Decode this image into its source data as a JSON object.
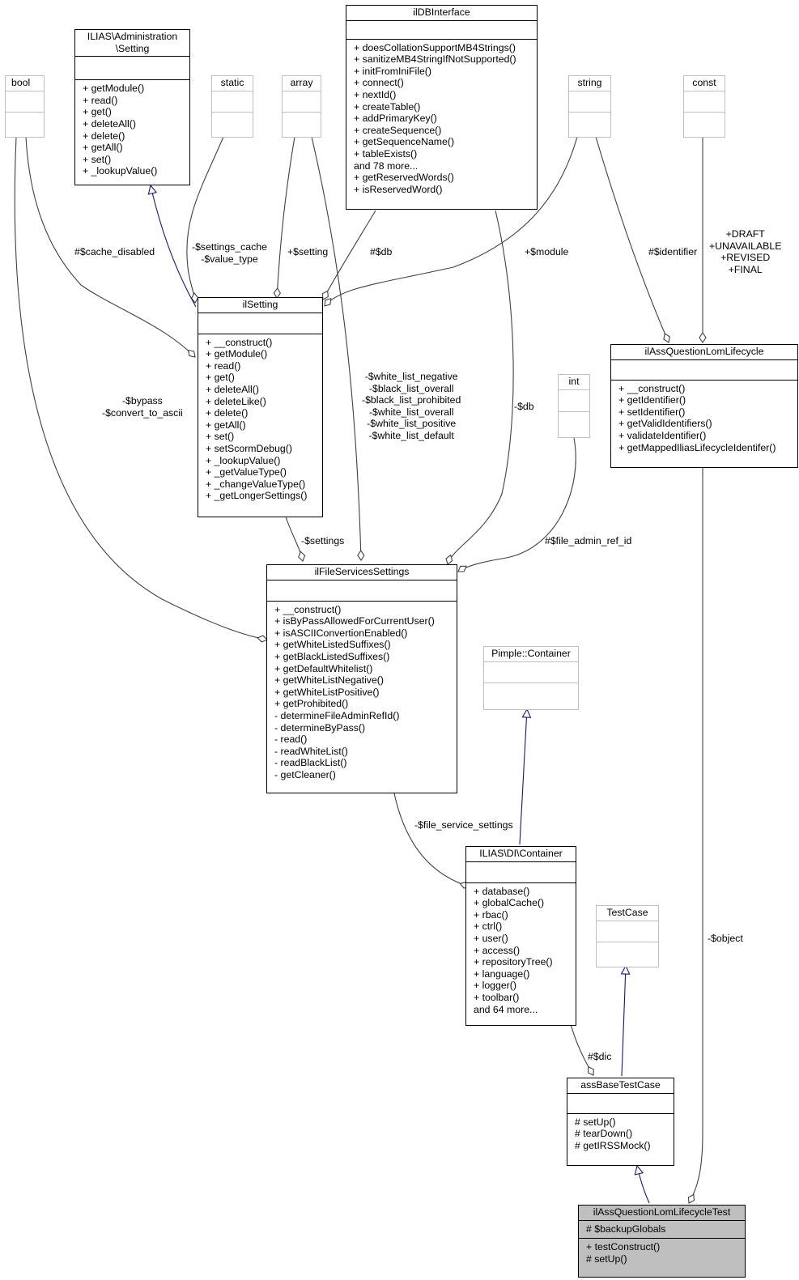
{
  "nodes": {
    "il_db_interface": {
      "title": "ilDBInterface",
      "attributes": [],
      "methods": [
        "+ doesCollationSupportMB4Strings()",
        "+ sanitizeMB4StringIfNotSupported()",
        "+ initFromIniFile()",
        "+ connect()",
        "+ nextId()",
        "+ createTable()",
        "+ addPrimaryKey()",
        "+ createSequence()",
        "+ getSequenceName()",
        "+ tableExists()",
        "and 78 more...",
        "+ getReservedWords()",
        "+ isReservedWord()"
      ]
    },
    "ilias_admin_setting": {
      "title": "ILIAS\\Administration\n\\Setting",
      "attributes": [],
      "methods": [
        "+ getModule()",
        "+ read()",
        "+ get()",
        "+ deleteAll()",
        "+ delete()",
        "+ getAll()",
        "+ set()",
        "+ _lookupValue()"
      ]
    },
    "bool": {
      "title": "bool"
    },
    "static": {
      "title": "static"
    },
    "array": {
      "title": "array"
    },
    "string": {
      "title": "string"
    },
    "const": {
      "title": "const"
    },
    "int": {
      "title": "int"
    },
    "il_setting": {
      "title": "ilSetting",
      "attributes": [],
      "methods": [
        "+ __construct()",
        "+ getModule()",
        "+ read()",
        "+ get()",
        "+ deleteAll()",
        "+ deleteLike()",
        "+ delete()",
        "+ getAll()",
        "+ set()",
        "+ setScormDebug()",
        "+ _lookupValue()",
        "+ _getValueType()",
        "+ _changeValueType()",
        "+ _getLongerSettings()"
      ]
    },
    "il_ass_question_lom_lifecycle": {
      "title": "ilAssQuestionLomLifecycle",
      "attributes": [],
      "methods": [
        "+ __construct()",
        "+ getIdentifier()",
        "+ setIdentifier()",
        "+ getValidIdentifiers()",
        "+ validateIdentifier()",
        "+ getMappedIliasLifecycleIdentifer()"
      ]
    },
    "il_file_services_settings": {
      "title": "ilFileServicesSettings",
      "attributes": [],
      "methods": [
        "+ __construct()",
        "+ isByPassAllowedForCurrentUser()",
        "+ isASCIIConvertionEnabled()",
        "+ getWhiteListedSuffixes()",
        "+ getBlackListedSuffixes()",
        "+ getDefaultWhitelist()",
        "+ getWhiteListNegative()",
        "+ getWhiteListPositive()",
        "+ getProhibited()",
        "- determineFileAdminRefId()",
        "- determineByPass()",
        "- read()",
        "- readWhiteList()",
        "- readBlackList()",
        "- getCleaner()"
      ]
    },
    "pimple_container": {
      "title": "Pimple::Container"
    },
    "ilias_di_container": {
      "title": "ILIAS\\DI\\Container",
      "attributes": [],
      "methods": [
        "+ database()",
        "+ globalCache()",
        "+ rbac()",
        "+ ctrl()",
        "+ user()",
        "+ access()",
        "+ repositoryTree()",
        "+ language()",
        "+ logger()",
        "+ toolbar()",
        "and 64 more..."
      ]
    },
    "test_case": {
      "title": "TestCase"
    },
    "ass_base_test_case": {
      "title": "assBaseTestCase",
      "attributes": [],
      "methods": [
        "# setUp()",
        "# tearDown()",
        "# getIRSSMock()"
      ]
    },
    "il_ass_question_lom_lifecycle_test": {
      "title": "ilAssQuestionLomLifecycleTest",
      "attributes": [
        "# $backupGlobals"
      ],
      "methods": [
        "+ testConstruct()",
        "# setUp()"
      ]
    }
  },
  "edge_labels": {
    "cache_disabled": "#$cache_disabled",
    "settings_cache_value_type": "-$settings_cache\n-$value_type",
    "setting": "+$setting",
    "db_setting": "#$db",
    "module": "+$module",
    "identifier": "#$identifier",
    "lifecycle_constants": "+DRAFT\n+UNAVAILABLE\n+REVISED\n+FINAL",
    "bypass_convert": "-$bypass\n-$convert_to_ascii",
    "white_lists": "-$white_list_negative\n-$black_list_overall\n-$black_list_prohibited\n-$white_list_overall\n-$white_list_positive\n-$white_list_default",
    "db_file": "-$db",
    "settings": "-$settings",
    "file_admin_ref_id": "#$file_admin_ref_id",
    "file_service_settings": "-$file_service_settings",
    "dic": "#$dic",
    "object": "-$object"
  },
  "colors": {
    "composition_edge": "#404040",
    "inheritance_edge": "#191970",
    "external_border": "#bfbfbf",
    "focus_fill": "#bfbfbf"
  }
}
